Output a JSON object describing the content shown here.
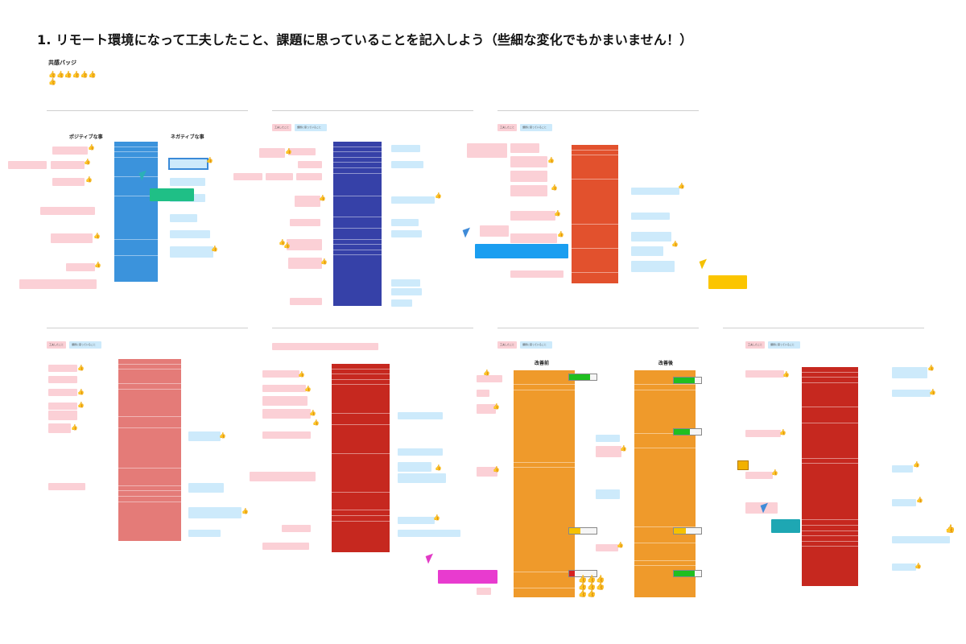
{
  "header": {
    "title": "1. リモート環境になって工夫したこと、課題に思っていることを記入しよう（些細な変化でもかまいません！）",
    "badge_label": "共感バッジ"
  },
  "panel1": {
    "positive_label": "ポジティブな事",
    "negative_label": "ネガティブな事"
  },
  "panel_tags": {
    "did": "工夫したこと",
    "issue": "課題に思っていること"
  },
  "panel7": {
    "before_label": "改善前",
    "after_label": "改善後"
  },
  "colors": {
    "blue_col": "#3b93dc",
    "navy_col": "#3641a8",
    "orange_col": "#e2512d",
    "salmon_col": "#e47b78",
    "red_col": "#c6281f",
    "amber_col": "#ef9a2b",
    "pink_sticky": "#fbd0d6",
    "blue_sticky": "#cdeafb",
    "green_bar": "#1fbf86",
    "cyan_bar": "#1a9ef0",
    "yellow_bar": "#fbc500",
    "magenta_bar": "#e83bcf",
    "teal_bar": "#1ea7b3"
  },
  "progress": [
    {
      "label": "before-1",
      "level": 0.75
    },
    {
      "label": "before-2",
      "level": 0.4
    },
    {
      "label": "before-3",
      "level": 0.2
    },
    {
      "label": "after-1",
      "level": 0.75
    },
    {
      "label": "after-2",
      "level": 0.6
    },
    {
      "label": "after-3",
      "level": 0.45
    },
    {
      "label": "after-4",
      "level": 0.75
    }
  ]
}
